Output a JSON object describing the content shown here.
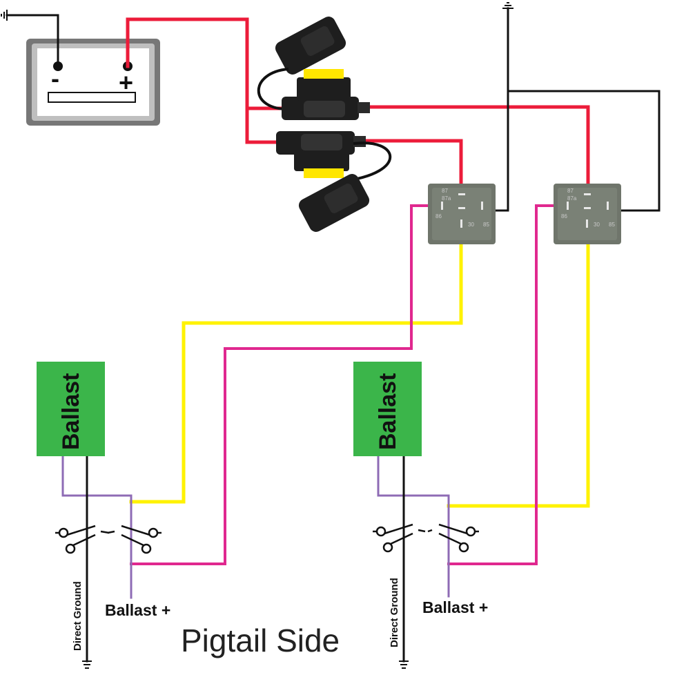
{
  "colors": {
    "power_wire": "#ec1c3a",
    "ground_wire": "#111111",
    "trigger_wire": "#fff200",
    "output_wire": "#e0288f",
    "pigtail_wire": "#8e6bb5",
    "ballast_fill": "#3bb54a",
    "relay_fill": "#6f756b",
    "fuse_holder": "#1e1e1e",
    "fuse_blade": "#ffe600"
  },
  "battery": {
    "negative_label": "-",
    "positive_label": "+"
  },
  "ballasts": [
    {
      "label": "Ballast"
    },
    {
      "label": "Ballast"
    }
  ],
  "labels": {
    "ballast_plus": "Ballast +",
    "direct_ground": "Direct Ground",
    "footer": "Pigtail Side"
  },
  "relay_pins": [
    "87",
    "87a",
    "86",
    "85",
    "30"
  ],
  "icons": [
    "battery-icon",
    "fuse-holder-icon",
    "relay-icon",
    "ground-symbol-icon",
    "scissors-icon"
  ]
}
